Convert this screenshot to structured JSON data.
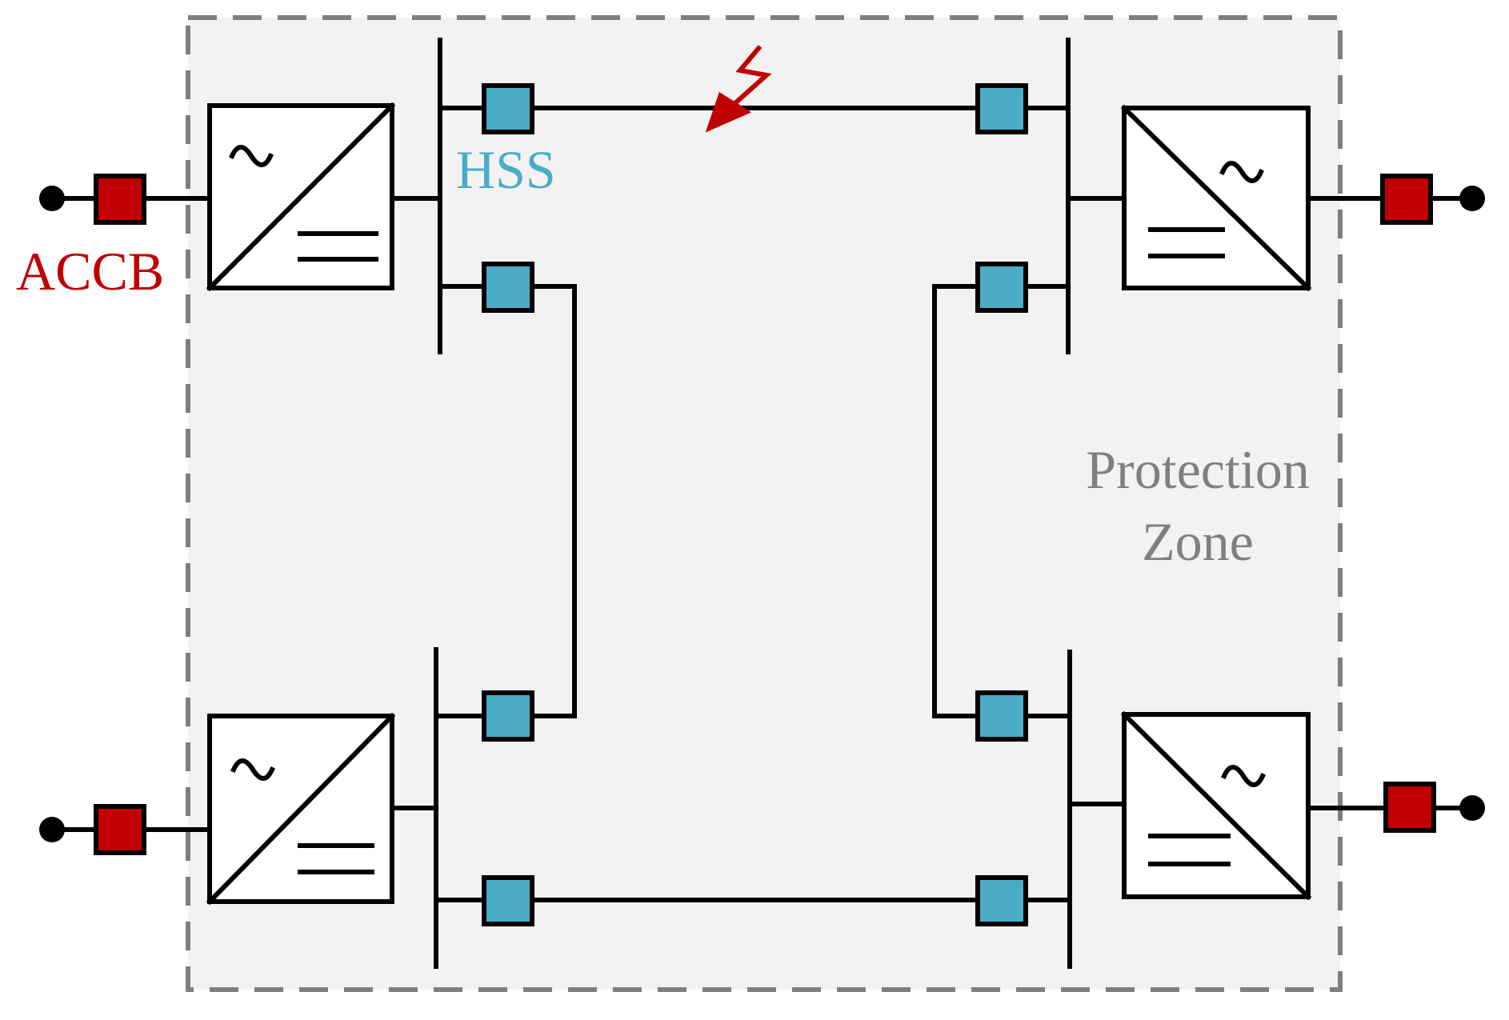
{
  "labels": {
    "accb": "ACCB",
    "hss": "HSS",
    "protection_zone_line1": "Protection",
    "protection_zone_line2": "Zone"
  },
  "colors": {
    "accb": "#c00000",
    "hss": "#4bacc6",
    "zone_fill": "#f2f2f2",
    "zone_border": "#7f7f7f",
    "zone_text": "#808080",
    "fault": "#c00000",
    "wire": "#000000"
  },
  "icons": {
    "converter": "ac-dc-converter-icon",
    "fault": "fault-lightning-icon",
    "ac_terminal": "terminal-dot-icon"
  },
  "components": {
    "converters": 4,
    "hss_breakers": 8,
    "accb_breakers": 4
  }
}
